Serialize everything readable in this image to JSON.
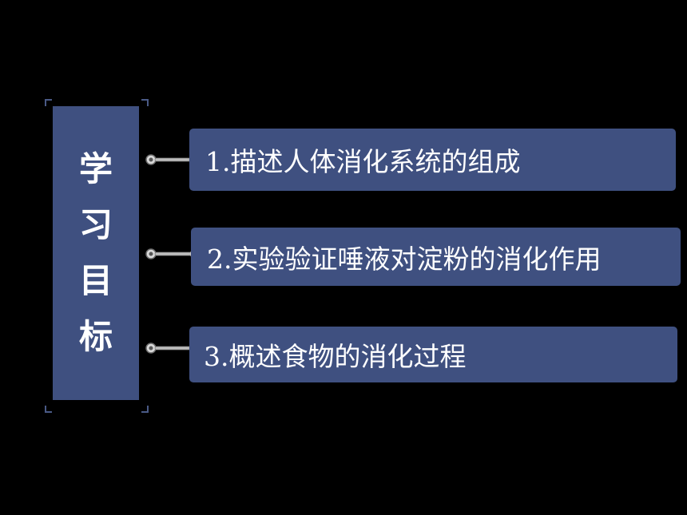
{
  "title": {
    "chars": [
      "学",
      "习",
      "目",
      "标"
    ]
  },
  "goals": [
    {
      "text": "1.描述人体消化系统的组成"
    },
    {
      "text": "2.实验验证唾液对淀粉的消化作用"
    },
    {
      "text": "3.概述食物的消化过程"
    }
  ],
  "colors": {
    "background": "#000000",
    "box": "#3f5080",
    "text": "#ffffff",
    "bracket": "#4a5a86",
    "connector": "#c8c8c8"
  },
  "icons": {
    "connector": "pin-connector-icon"
  }
}
